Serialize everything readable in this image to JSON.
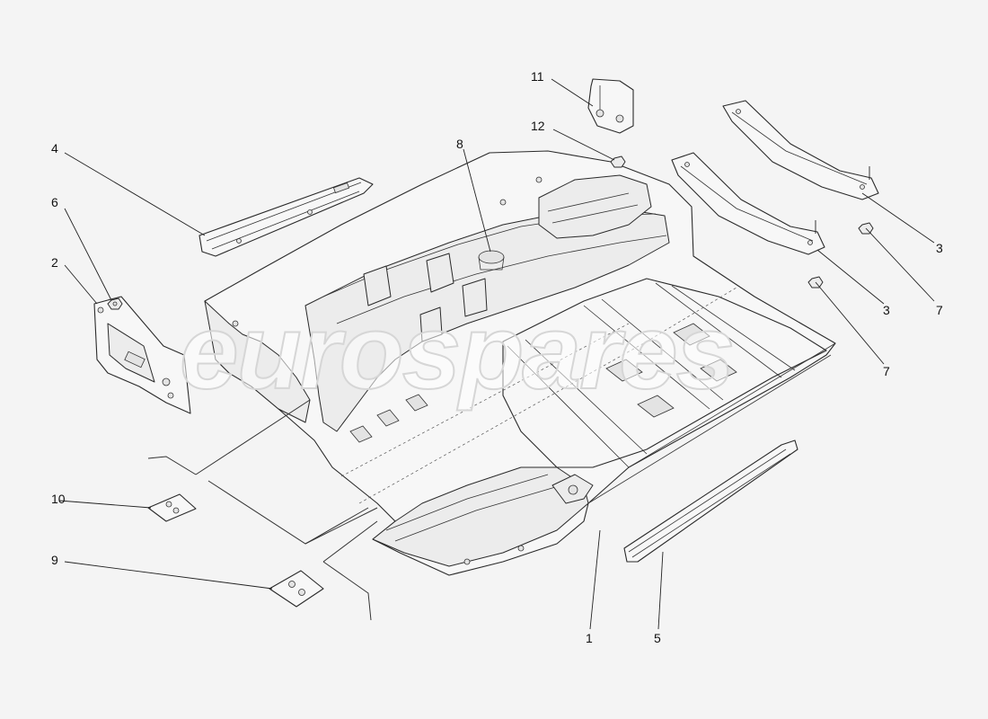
{
  "watermark": "eurospares",
  "callouts": [
    {
      "id": "c1",
      "label": "1"
    },
    {
      "id": "c2",
      "label": "2"
    },
    {
      "id": "c3a",
      "label": "3"
    },
    {
      "id": "c3b",
      "label": "3"
    },
    {
      "id": "c4",
      "label": "4"
    },
    {
      "id": "c5",
      "label": "5"
    },
    {
      "id": "c6",
      "label": "6"
    },
    {
      "id": "c7a",
      "label": "7"
    },
    {
      "id": "c7b",
      "label": "7"
    },
    {
      "id": "c8",
      "label": "8"
    },
    {
      "id": "c9",
      "label": "9"
    },
    {
      "id": "c10",
      "label": "10"
    },
    {
      "id": "c11",
      "label": "11"
    },
    {
      "id": "c12",
      "label": "12"
    }
  ]
}
